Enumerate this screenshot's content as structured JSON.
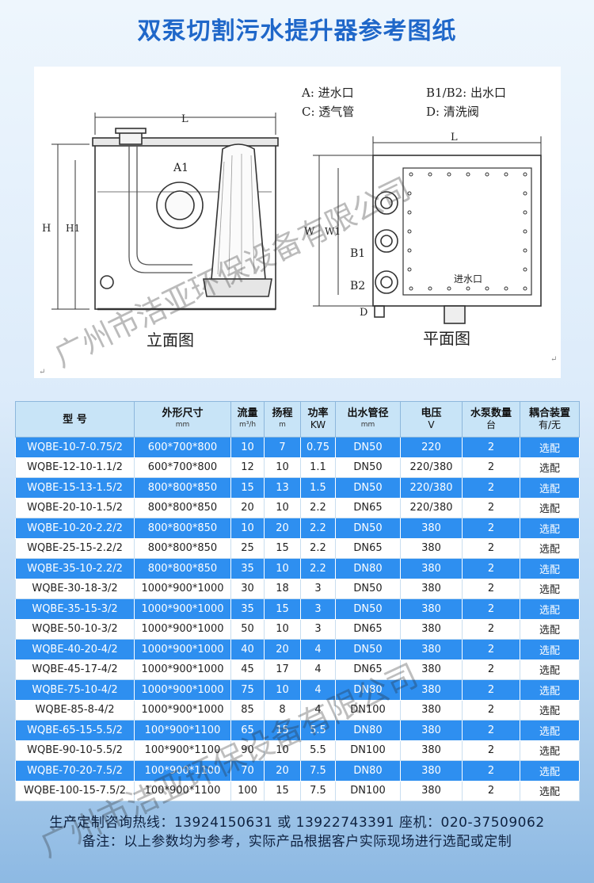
{
  "title": "双泵切割污水提升器参考图纸",
  "drawing": {
    "legend": {
      "a": "A: 进水口",
      "b": "B1/B2: 出水口",
      "c": "C: 透气管",
      "d": "D: 清洗阀"
    },
    "elevation_caption": "立面图",
    "plan_caption": "平面图",
    "label_A1": "A1",
    "label_L_left": "L",
    "label_L_right": "L",
    "label_H": "H",
    "label_H1": "H1",
    "label_W": "W",
    "label_W1": "W1",
    "label_B1": "B1",
    "label_B2": "B2",
    "label_D": "D",
    "label_inlet": "进水口",
    "return_mark": "↵"
  },
  "watermark": "广州市洁亚环保设备有限公司",
  "table": {
    "headers": {
      "model": "型  号",
      "size": "外形尺寸",
      "size_unit": "mm",
      "flow": "流量",
      "flow_unit": "m³/h",
      "head": "扬程",
      "head_unit": "m",
      "power": "功率",
      "power_unit": "KW",
      "pipe": "出水管径",
      "pipe_unit": "mm",
      "voltage": "电压",
      "voltage_unit": "V",
      "pumps": "水泵数量",
      "pumps_unit": "台",
      "coupling": "耦合装置",
      "coupling_unit": "有/无"
    },
    "rows": [
      [
        "WQBE-10-7-0.75/2",
        "600*700*800",
        "10",
        "7",
        "0.75",
        "DN50",
        "220",
        "2",
        "选配"
      ],
      [
        "WQBE-12-10-1.1/2",
        "600*700*800",
        "12",
        "10",
        "1.1",
        "DN50",
        "220/380",
        "2",
        "选配"
      ],
      [
        "WQBE-15-13-1.5/2",
        "800*800*850",
        "15",
        "13",
        "1.5",
        "DN50",
        "220/380",
        "2",
        "选配"
      ],
      [
        "WQBE-20-10-1.5/2",
        "800*800*850",
        "20",
        "10",
        "2.2",
        "DN65",
        "220/380",
        "2",
        "选配"
      ],
      [
        "WQBE-10-20-2.2/2",
        "800*800*850",
        "10",
        "20",
        "2.2",
        "DN50",
        "380",
        "2",
        "选配"
      ],
      [
        "WQBE-25-15-2.2/2",
        "800*800*850",
        "25",
        "15",
        "2.2",
        "DN65",
        "380",
        "2",
        "选配"
      ],
      [
        "WQBE-35-10-2.2/2",
        "800*800*850",
        "35",
        "10",
        "2.2",
        "DN80",
        "380",
        "2",
        "选配"
      ],
      [
        "WQBE-30-18-3/2",
        "1000*900*1000",
        "30",
        "18",
        "3",
        "DN50",
        "380",
        "2",
        "选配"
      ],
      [
        "WQBE-35-15-3/2",
        "1000*900*1000",
        "35",
        "15",
        "3",
        "DN50",
        "380",
        "2",
        "选配"
      ],
      [
        "WQBE-50-10-3/2",
        "1000*900*1000",
        "50",
        "10",
        "3",
        "DN65",
        "380",
        "2",
        "选配"
      ],
      [
        "WQBE-40-20-4/2",
        "1000*900*1000",
        "40",
        "20",
        "4",
        "DN50",
        "380",
        "2",
        "选配"
      ],
      [
        "WQBE-45-17-4/2",
        "1000*900*1000",
        "45",
        "17",
        "4",
        "DN65",
        "380",
        "2",
        "选配"
      ],
      [
        "WQBE-75-10-4/2",
        "1000*900*1000",
        "75",
        "10",
        "4",
        "DN80",
        "380",
        "2",
        "选配"
      ],
      [
        "WQBE-85-8-4/2",
        "1000*900*1000",
        "85",
        "8",
        "4",
        "DN100",
        "380",
        "2",
        "选配"
      ],
      [
        "WQBE-65-15-5.5/2",
        "100*900*1100",
        "65",
        "15",
        "5.5",
        "DN80",
        "380",
        "2",
        "选配"
      ],
      [
        "WQBE-90-10-5.5/2",
        "100*900*1100",
        "90",
        "10",
        "5.5",
        "DN100",
        "380",
        "2",
        "选配"
      ],
      [
        "WQBE-70-20-7.5/2",
        "100*900*1100",
        "70",
        "20",
        "7.5",
        "DN80",
        "380",
        "2",
        "选配"
      ],
      [
        "WQBE-100-15-7.5/2",
        "100*900*1100",
        "100",
        "15",
        "7.5",
        "DN100",
        "380",
        "2",
        "选配"
      ]
    ]
  },
  "footer": {
    "hotline": "生产定制咨询热线：13924150631 或 13922743391 座机：020-37509062",
    "note": "备注：以上参数均为参考，实际产品根据客户实际现场进行选配或定制"
  },
  "colors": {
    "title": "#1f67c9",
    "row_blue": "#2e8ff0",
    "header_bg": "#c8e4f7"
  }
}
